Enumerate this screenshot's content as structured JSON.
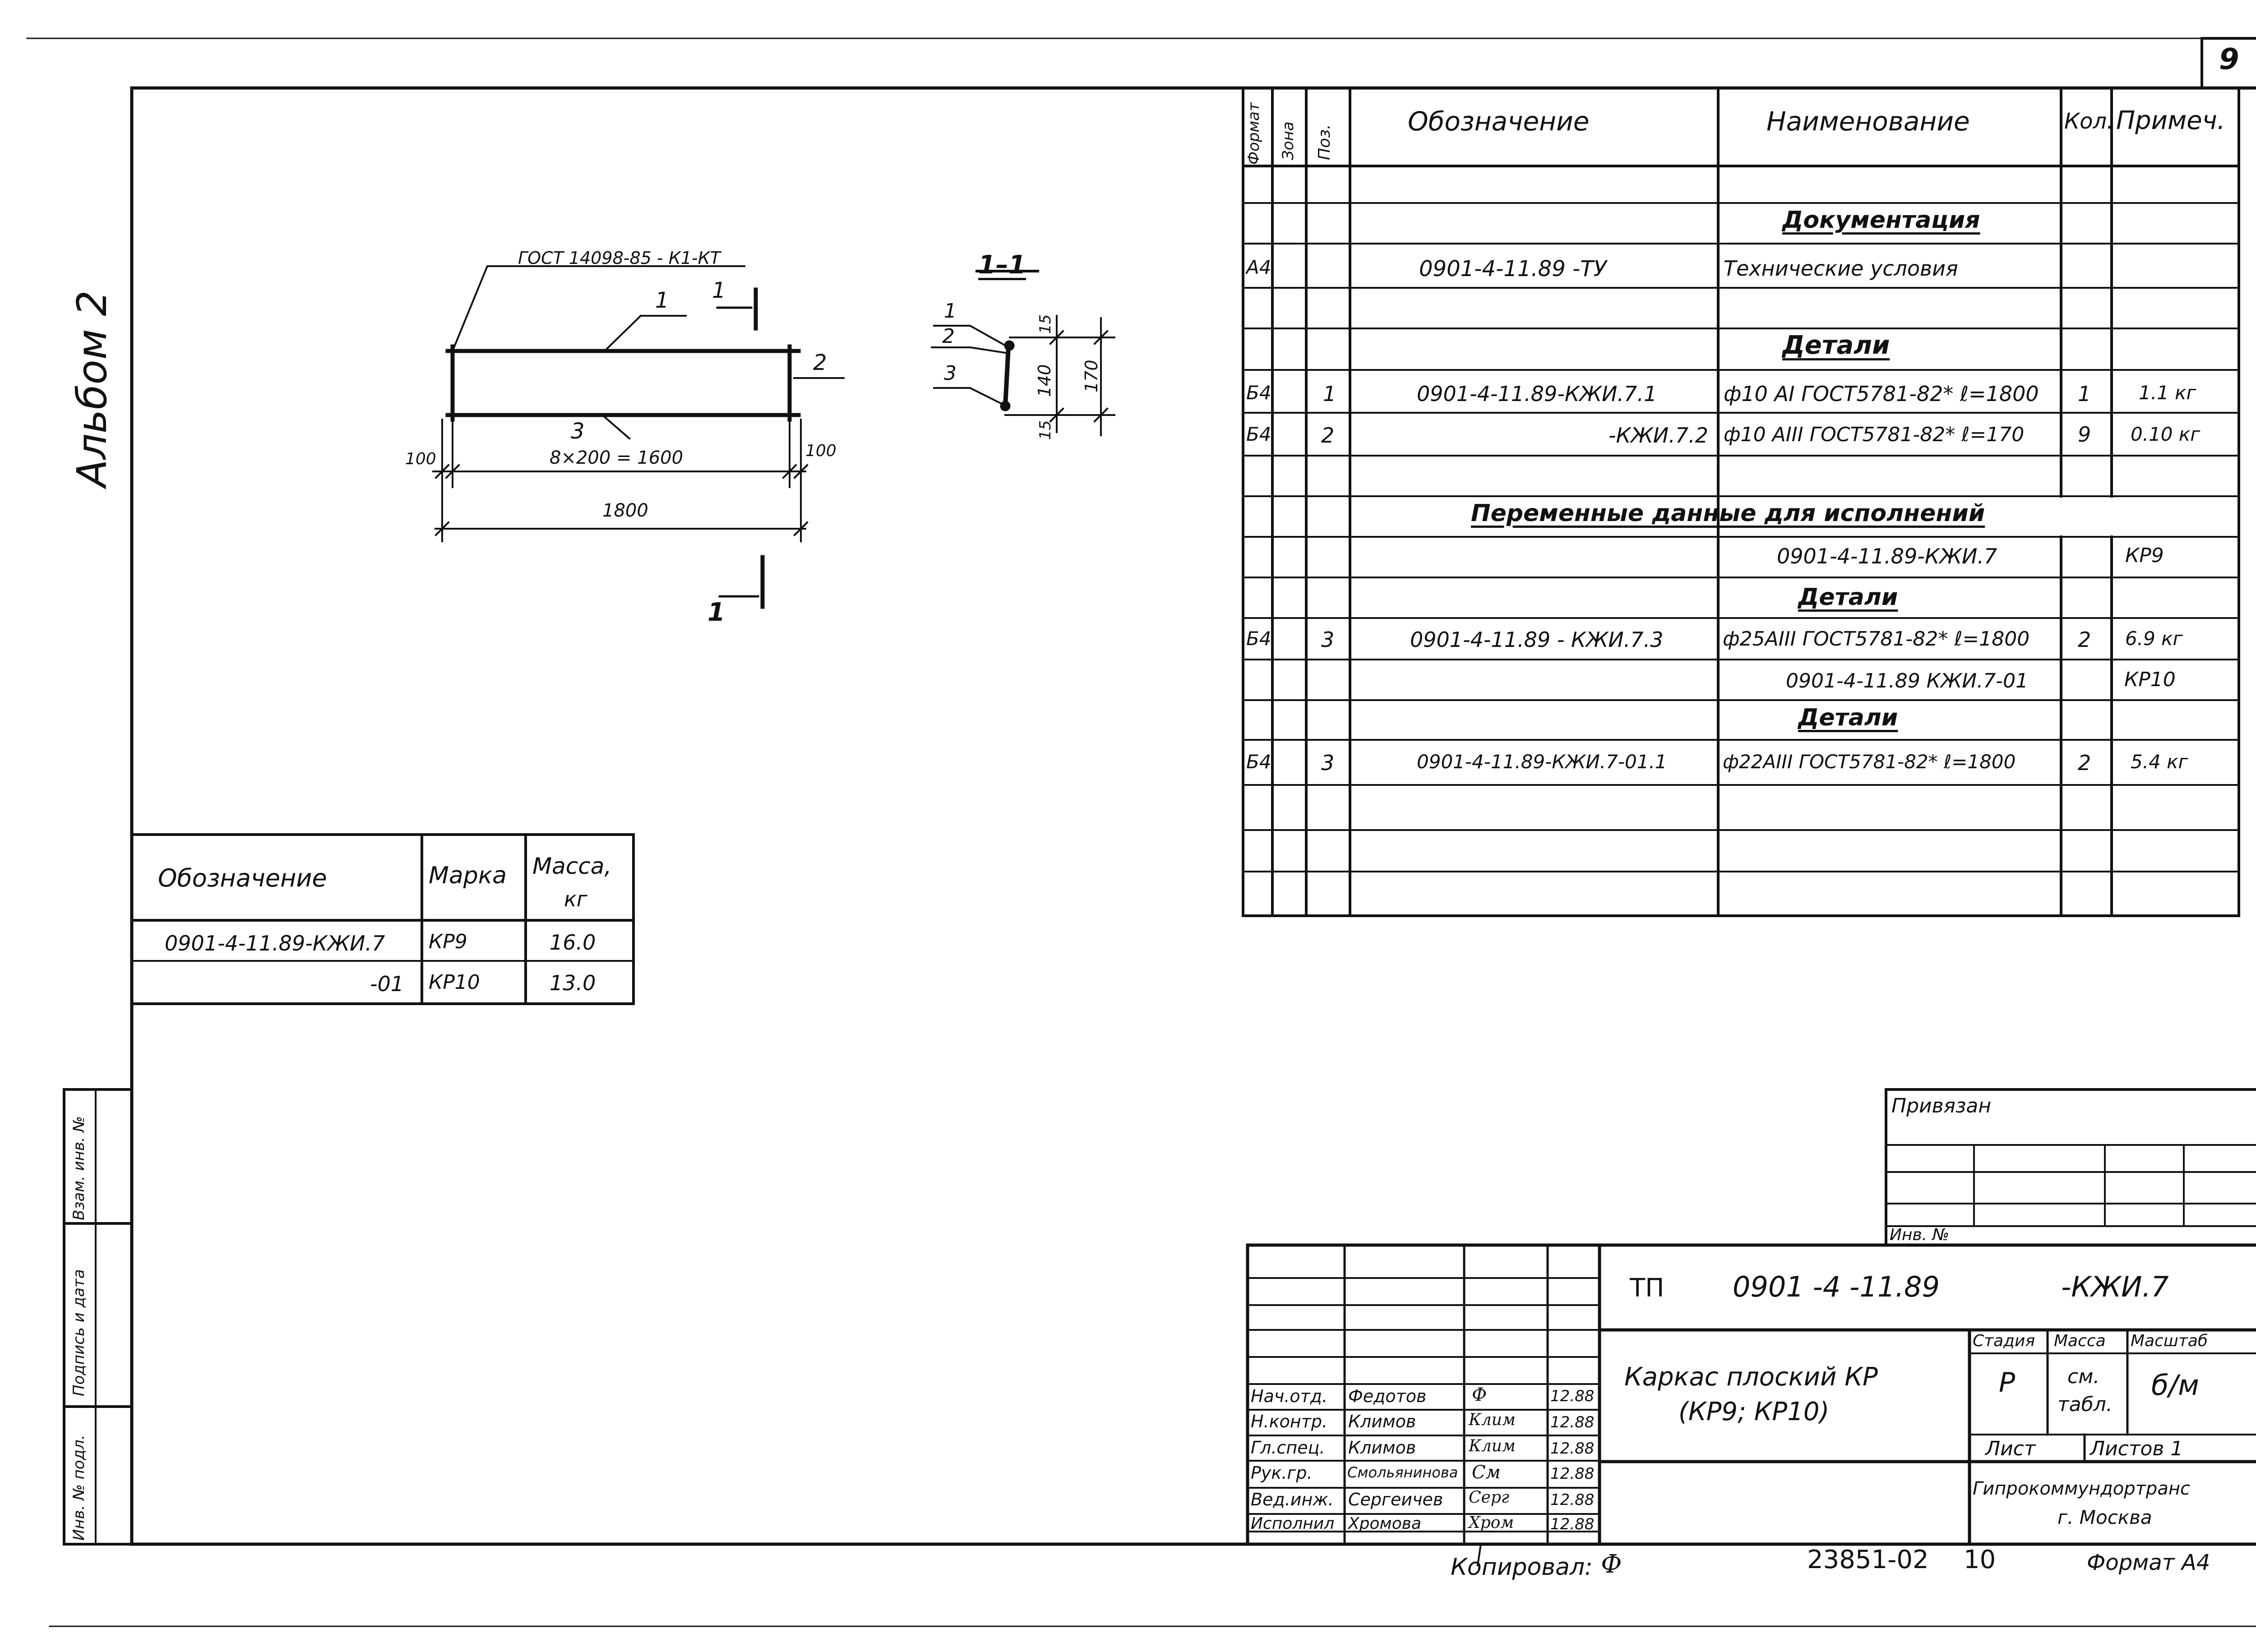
{
  "page_number": "9",
  "album": "Альбом 2",
  "drawing": {
    "gost_callout": "ГОСТ 14098-85 - К1-КТ",
    "section_mark": "1",
    "section_label": "1–1",
    "pos_1": "1",
    "pos_2": "2",
    "pos_3": "3",
    "dim_100_left": "100",
    "dim_100_right": "100",
    "dim_8x200": "8×200 = 1600",
    "dim_1800": "1800",
    "sec_dim_15_top": "15",
    "sec_dim_140": "140",
    "sec_dim_15_bottom": "15",
    "sec_dim_170": "170"
  },
  "spec_table": {
    "headers": {
      "format": "Формат",
      "zone": "Зона",
      "pos": "Поз.",
      "designation": "Обозначение",
      "name": "Наименование",
      "qty": "Кол.",
      "note": "Примеч."
    },
    "sec_documentation": "Документация",
    "doc_row": {
      "format": "А4",
      "designation": "0901-4-11.89  -ТУ",
      "name": "Технические  условия"
    },
    "sec_details": "Детали",
    "row1": {
      "format": "Б4",
      "pos": "1",
      "designation": "0901-4-11.89-КЖИ.7.1",
      "name": "ф10 АI  ГОСТ5781-82* ℓ=1800",
      "qty": "1",
      "note": "1.1 кг"
    },
    "row2": {
      "format": "Б4",
      "pos": "2",
      "designation": "-КЖИ.7.2",
      "name": "ф10 АIII ГОСТ5781-82*  ℓ=170",
      "qty": "9",
      "note": "0.10 кг"
    },
    "sec_variable": "Переменные  данные  для  исполнений",
    "var1_designation": "0901-4-11.89-КЖИ.7",
    "var1_mark": "КР9",
    "sec_details_2": "Детали",
    "row3": {
      "format": "Б4",
      "pos": "3",
      "designation": "0901-4-11.89 - КЖИ.7.3",
      "name": "ф25АIII ГОСТ5781-82* ℓ=1800",
      "qty": "2",
      "note": "6.9 кг"
    },
    "var2_designation": "0901-4-11.89  КЖИ.7-01",
    "var2_mark": "КР10",
    "sec_details_3": "Детали",
    "row4": {
      "format": "Б4",
      "pos": "3",
      "designation": "0901-4-11.89-КЖИ.7-01.1",
      "name": "ф22АIII ГОСТ5781-82* ℓ=1800",
      "qty": "2",
      "note": "5.4 кг"
    }
  },
  "mass_table": {
    "h_designation": "Обозначение",
    "h_mark": "Марка",
    "h_mass": "Масса,",
    "h_mass_unit": "кг",
    "row1": {
      "designation": "0901-4-11.89-КЖИ.7",
      "mark": "КР9",
      "mass": "16.0"
    },
    "row2": {
      "designation": "-01",
      "mark": "КР10",
      "mass": "13.0"
    }
  },
  "left_stamp": {
    "vzam": "Взам. инв. №",
    "podpis": "Подпись и дата",
    "inv": "Инв. № подл."
  },
  "privyazan": {
    "title": "Привязан",
    "inv": "Инв. №"
  },
  "title_block": {
    "code_prefix": "ТП",
    "code_number": "0901 -4 -11.89",
    "code_suffix": "-КЖИ.7",
    "name_line1": "Каркас  плоский   КР",
    "name_line2": "(КР9; КР10)",
    "h_stage": "Стадия",
    "h_mass": "Масса",
    "h_scale": "Масштаб",
    "stage": "Р",
    "mass_line1": "см.",
    "mass_line2": "табл.",
    "scale": "б/м",
    "h_sheet": "Лист",
    "h_sheets": "Листов 1",
    "org_line1": "Гипрокоммундортранс",
    "org_line2": "г. Москва",
    "roles": [
      {
        "role": "Нач.отд.",
        "name": "Федотов",
        "sign": "Ф",
        "date": "12.88"
      },
      {
        "role": "Н.контр.",
        "name": "Климов",
        "sign": "Клим",
        "date": "12.88"
      },
      {
        "role": "Гл.спец.",
        "name": "Климов",
        "sign": "Клим",
        "date": "12.88"
      },
      {
        "role": "Рук.гр.",
        "name": "Смольянинова",
        "sign": "См",
        "date": "12.88"
      },
      {
        "role": "Вед.инж.",
        "name": "Сергеичев",
        "sign": "Серг",
        "date": "12.88"
      },
      {
        "role": "Исполнил",
        "name": "Хромова",
        "sign": "Хром",
        "date": "12.88"
      }
    ]
  },
  "footer": {
    "copied_label": "Копировал:",
    "copied_sign": "Ф",
    "code": "23851-02",
    "sheet_num": "10",
    "format": "Формат А4"
  }
}
